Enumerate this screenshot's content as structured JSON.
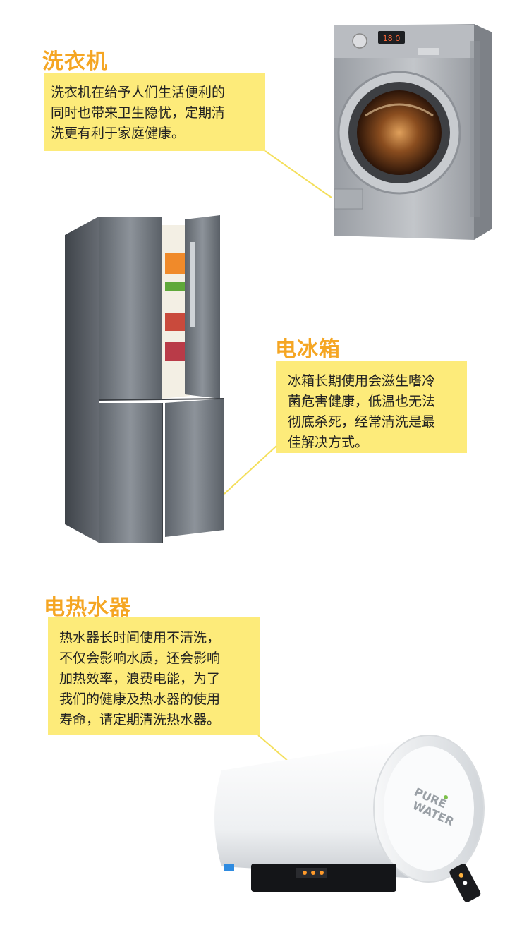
{
  "colors": {
    "heading": "#f5a623",
    "note_background": "#fdeb7a",
    "connector_line": "#f4df5b"
  },
  "sections": [
    {
      "title": "洗衣机",
      "lines": [
        "洗衣机在给予人们生活便利的",
        "同时也带来卫生隐忧，定期清",
        "洗更有利于家庭健康。"
      ]
    },
    {
      "title": "电冰箱",
      "lines": [
        "冰箱长期使用会滋生嗜冷",
        "菌危害健康，低温也无法",
        "彻底杀死，经常清洗是最",
        "佳解决方式。"
      ]
    },
    {
      "title": "电热水器",
      "lines": [
        "热水器长时间使用不清洗，",
        "不仅会影响水质，还会影响",
        "加热效率，浪费电能，为了",
        "我们的健康及热水器的使用",
        "寿命，请定期清洗热水器。"
      ]
    }
  ],
  "products": {
    "heater_logo_line1": "PURE",
    "heater_logo_line2": "WATER"
  }
}
